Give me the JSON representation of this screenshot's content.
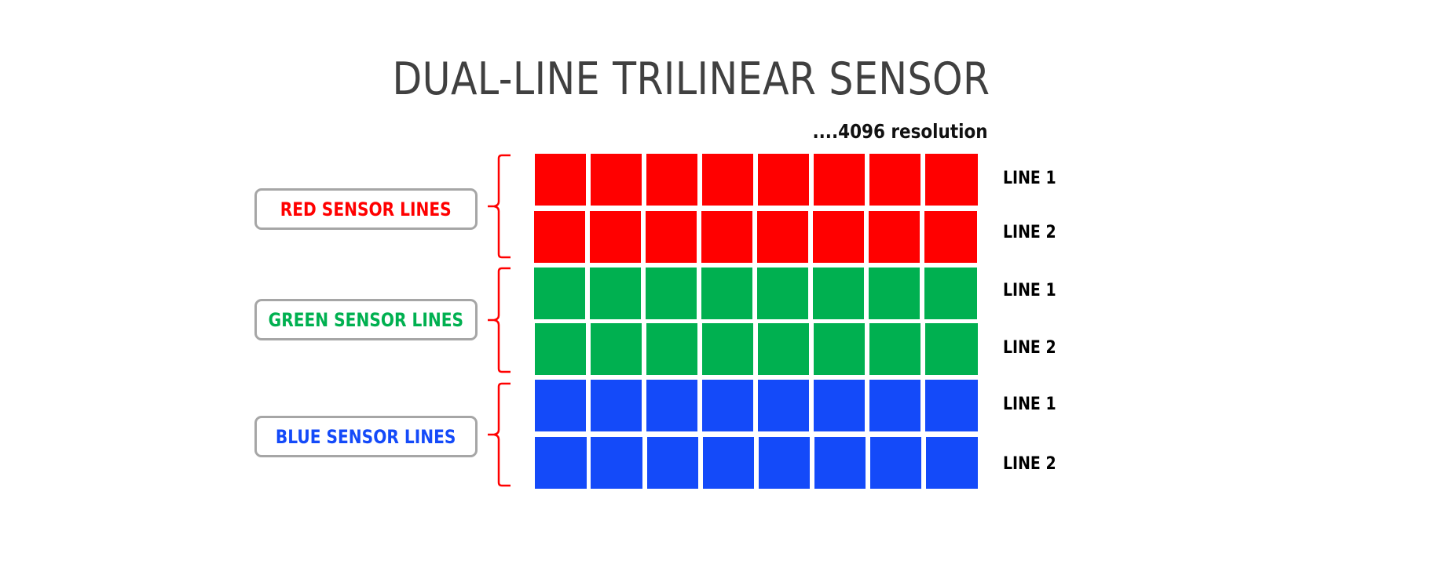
{
  "title": "DUAL-LINE TRILINEAR SENSOR",
  "resolution_note": "....4096 resolution",
  "colors": {
    "title": "#404040",
    "red": "#ff0000",
    "green": "#00b050",
    "blue": "#144af9",
    "brace": "#ff0000",
    "label_border": "#a6a6a6"
  },
  "groups": [
    {
      "label": "RED SENSOR LINES",
      "color": "#ff0000",
      "lines": [
        {
          "label": "LINE 1",
          "cells": 8
        },
        {
          "label": "LINE 2",
          "cells": 8
        }
      ]
    },
    {
      "label": "GREEN SENSOR LINES",
      "color": "#00b050",
      "lines": [
        {
          "label": "LINE 1",
          "cells": 8
        },
        {
          "label": "LINE 2",
          "cells": 8
        }
      ]
    },
    {
      "label": "BLUE SENSOR LINES",
      "color": "#144af9",
      "lines": [
        {
          "label": "LINE 1",
          "cells": 8
        },
        {
          "label": "LINE 2",
          "cells": 8
        }
      ]
    }
  ]
}
